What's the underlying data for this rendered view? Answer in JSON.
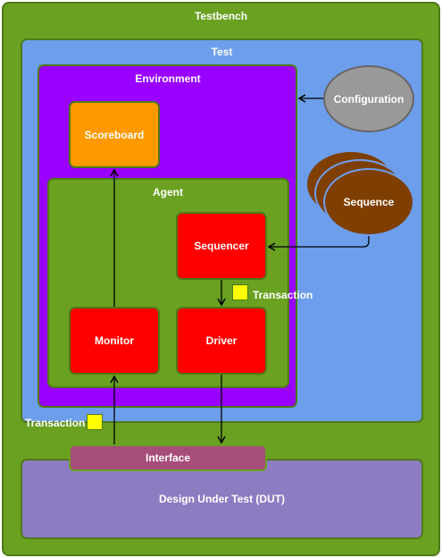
{
  "testbench": {
    "label": "Testbench"
  },
  "test": {
    "label": "Test"
  },
  "environment": {
    "label": "Environment"
  },
  "scoreboard": {
    "label": "Scoreboard"
  },
  "agent": {
    "label": "Agent"
  },
  "sequencer": {
    "label": "Sequencer"
  },
  "monitor": {
    "label": "Monitor"
  },
  "driver": {
    "label": "Driver"
  },
  "configuration": {
    "label": "Configuration"
  },
  "sequence": {
    "label": "Sequence"
  },
  "transaction_inner": {
    "label": "Transaction"
  },
  "transaction_outer": {
    "label": "Transaction"
  },
  "interface": {
    "label": "Interface"
  },
  "dut": {
    "label": "Design Under Test (DUT)"
  },
  "colors": {
    "testbench": "#6aa121",
    "test": "#6d9eeb",
    "environment": "#9900ff",
    "agent": "#6aa121",
    "component_red": "#ff0000",
    "scoreboard": "#ff9900",
    "configuration": "#999999",
    "sequence": "#7f3f00",
    "transaction": "#ffff00",
    "interface": "#a64d79",
    "dut": "#8e7cc3"
  }
}
